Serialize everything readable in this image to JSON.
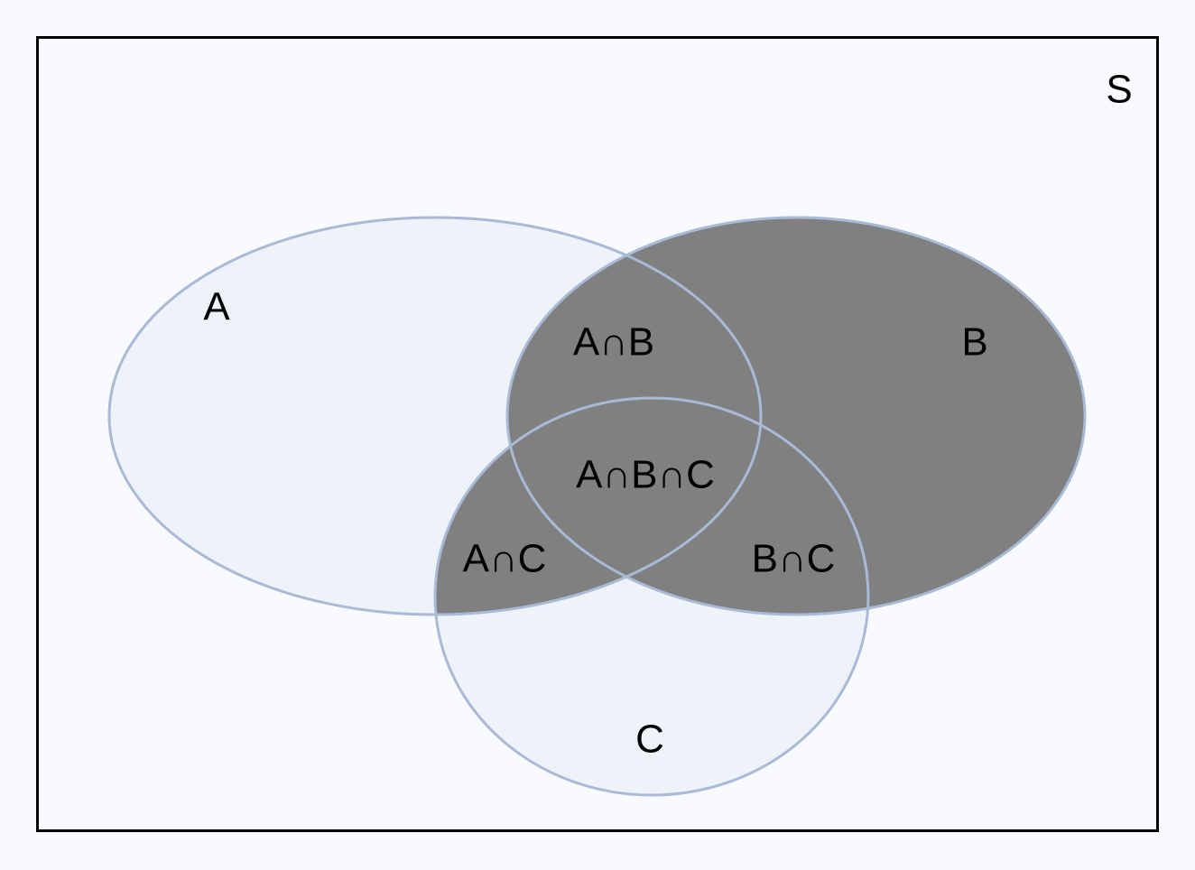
{
  "labels": {
    "universe": "S",
    "a": "A",
    "b": "B",
    "c": "C",
    "a_and_b": "A∩B",
    "a_and_c": "A∩C",
    "b_and_c": "B∩C",
    "a_and_b_and_c": "A∩B∩C"
  },
  "shading": {
    "shaded_regions": [
      "B",
      "A∩C"
    ],
    "colors": {
      "shaded": "#808080",
      "unshaded": "#eef2f9",
      "background": "#f8fafd",
      "outline": "#a9bad6",
      "frame": "#000000"
    }
  }
}
